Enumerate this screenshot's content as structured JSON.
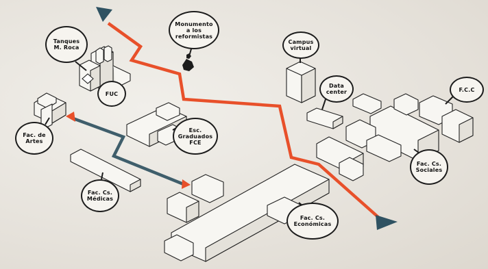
{
  "map": {
    "colors": {
      "route_red": "#e8502a",
      "route_blue": "#3f5e6b",
      "arrowhead": "#2f5262",
      "ink": "#1c1c1c",
      "paper": "#ebe8e2"
    },
    "labels": {
      "tanques": "Tanques\nM. Roca",
      "monumento": "Monumento\na los\nreformistas",
      "campus": "Campus\nvirtual",
      "data_center": "Data\ncenter",
      "fcc": "F.C.C",
      "fuc": "FUC",
      "fac_artes": "Fac. de\nArtes",
      "esc_graduados": "Esc.\nGraduados\nFCE",
      "fac_medicas": "Fac. Cs.\nMédicas",
      "fac_sociales": "Fac. Cs.\nSociales",
      "fac_economicas": "Fac. Cs.\nEconómicas"
    },
    "icons": [
      "monument-icon",
      "arrowhead-icon"
    ]
  }
}
